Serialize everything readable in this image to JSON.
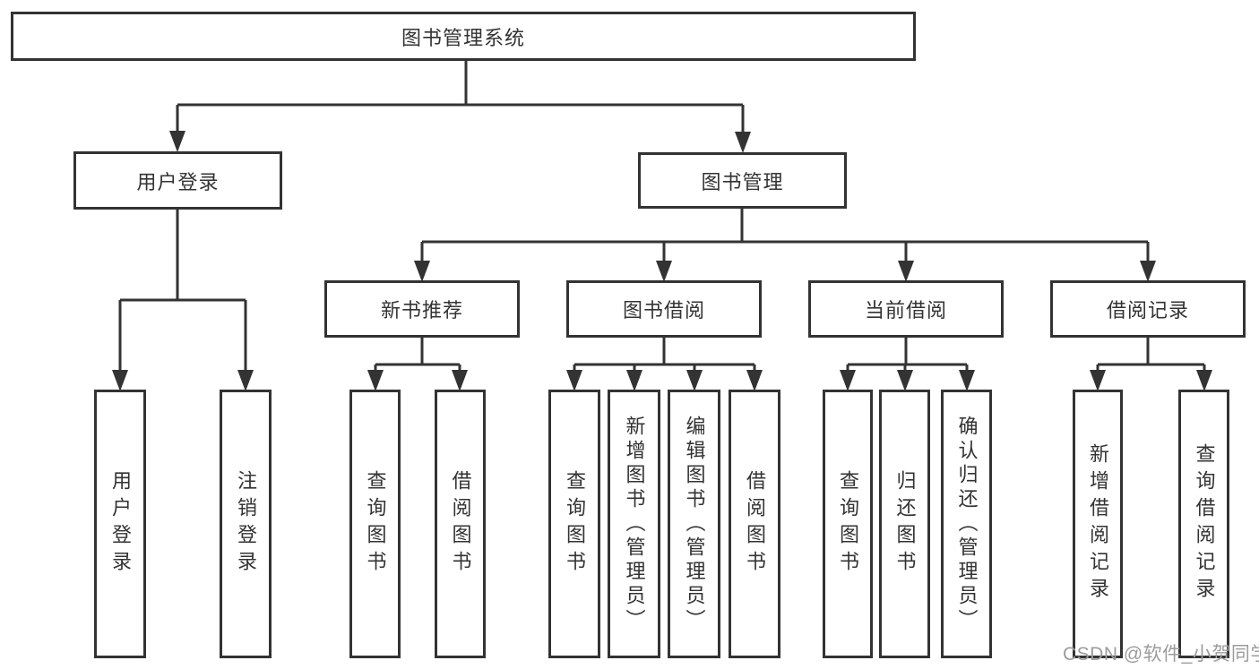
{
  "diagram": {
    "title": "图书管理系统",
    "level2": {
      "user_login": "用户登录",
      "book_mgmt": "图书管理"
    },
    "modules": {
      "new_book_rec": "新书推荐",
      "book_borrow": "图书借阅",
      "current_borrow": "当前借阅",
      "borrow_record": "借阅记录"
    },
    "leaves": {
      "user_login_children": {
        "login": "用户登录",
        "logout": "注销登录"
      },
      "new_book_rec_children": {
        "query_books": "查询图书",
        "borrow_books": "借阅图书"
      },
      "book_borrow_children": {
        "query_books": "查询图书",
        "add_books_admin": "新增图书（管理员）",
        "edit_books_admin": "编辑图书（管理员）",
        "borrow_books": "借阅图书"
      },
      "current_borrow_children": {
        "query_books": "查询图书",
        "return_books": "归还图书",
        "confirm_return_admin": "确认归还（管理员）"
      },
      "borrow_record_children": {
        "add_record": "新增借阅记录",
        "query_record": "查询借阅记录"
      }
    }
  },
  "watermark": {
    "text": "CSDN @软件_小贺同学"
  },
  "colors": {
    "line": "#333333",
    "text": "#333333",
    "background": "#ffffff",
    "watermark": "#9c9c9c"
  }
}
